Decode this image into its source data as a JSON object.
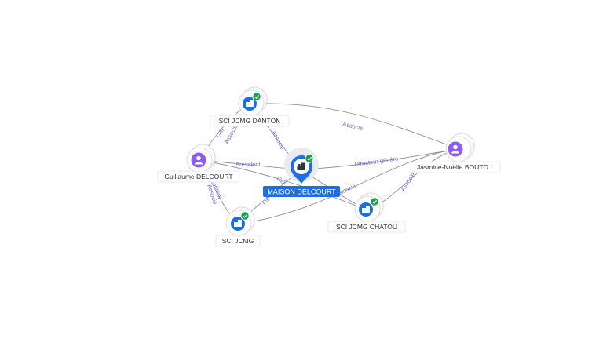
{
  "nodes": {
    "danton": {
      "label": "SCI JCMG DANTON",
      "kind": "company",
      "verified": true
    },
    "guillaume": {
      "label": "Guillaume DELCOURT",
      "kind": "person"
    },
    "maison": {
      "label": "MAISON DELCOURT",
      "kind": "company",
      "verified": true,
      "main": true
    },
    "jasmine": {
      "label": "Jasmine-Noëlle BOUTO...",
      "kind": "person"
    },
    "chatou": {
      "label": "SCI JCMG CHATOU",
      "kind": "company",
      "verified": true
    },
    "jcmg": {
      "label": "SCI JCMG",
      "kind": "company",
      "verified": true
    }
  },
  "edge_labels": {
    "jasmine_danton": "Associé",
    "jasmine_maison": "Directeur généra",
    "jasmine_chatou": "Associé",
    "guillaume_maison": "Président",
    "guillaume_danton_a": "Gér",
    "guillaume_danton_b": "Associé",
    "danton_maison": "Associé",
    "guillaume_jcmg_a": "Gérant",
    "guillaume_jcmg_b": "Associé",
    "jcmg_maison": "Associé",
    "maison_chatou_a": "Gér",
    "maison_chatou_b": "Associé"
  },
  "colors": {
    "company": "#1a6fe6",
    "person": "#8b5cf6",
    "verified": "#16a34a",
    "edge": "#8d93a8",
    "edge_label": "#6f6ed8"
  },
  "icons": {
    "company": "building-icon",
    "person": "person-icon",
    "verified": "check-badge-icon"
  }
}
